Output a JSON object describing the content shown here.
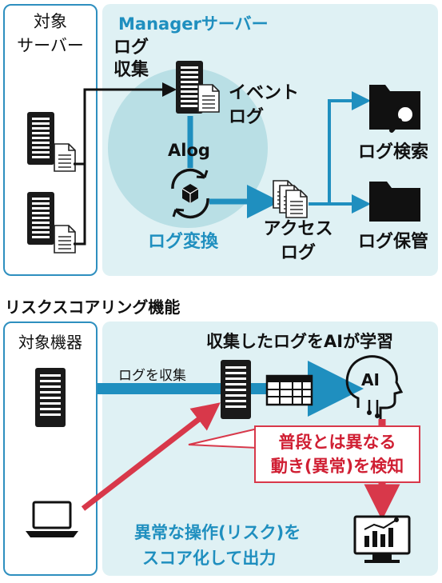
{
  "top": {
    "target_server_label": "対象\nサーバー",
    "manager_title": "Managerサーバー",
    "log_collect": "ログ\n収集",
    "event_log": "イベント\nログ",
    "alog": "Alog",
    "log_convert": "ログ変換",
    "access_log": "アクセス\nログ",
    "log_search": "ログ検索",
    "log_store": "ログ保管"
  },
  "bottom": {
    "section_title": "リスクスコアリング機能",
    "target_device_label": "対象機器",
    "collect_label": "ログを収集",
    "ai_learns": "収集したログをAIが学習",
    "anomaly_line1": "普段とは異なる",
    "anomaly_line2": "動き(異常)を検知",
    "result_line1": "異常な操作(リスク)を",
    "result_line2": "スコア化して出力",
    "ai_text": "AI"
  },
  "colors": {
    "accent_blue": "#1f8fbf",
    "panel_fill": "#dff1f4",
    "panel_border": "#2e8fbf",
    "alert_red": "#d8384a",
    "circle_fill": "#b9dfe5"
  }
}
